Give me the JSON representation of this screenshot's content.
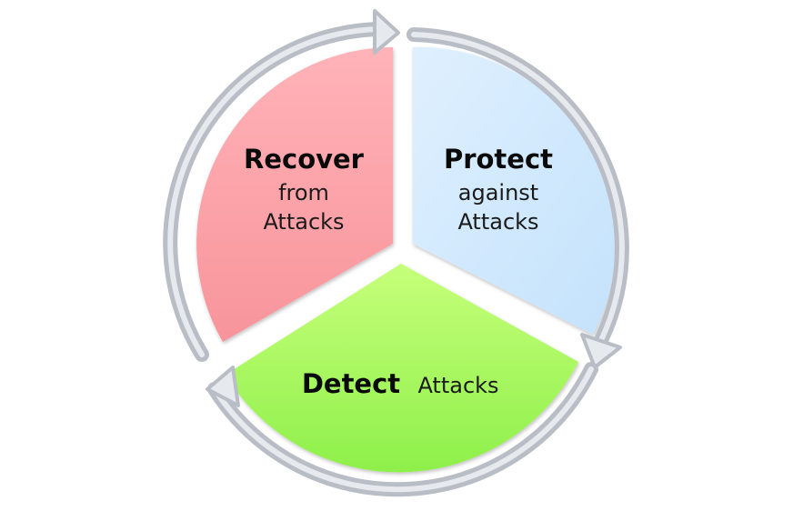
{
  "diagram": {
    "segments": [
      {
        "id": "recover",
        "title": "Recover",
        "lines": [
          "from",
          "Attacks"
        ],
        "fill_top": "#ffb3b8",
        "fill_bottom": "#f8949b"
      },
      {
        "id": "protect",
        "title": "Protect",
        "lines": [
          "against",
          "Attacks"
        ],
        "fill_top": "#dff0ff",
        "fill_bottom": "#c4e2fb"
      },
      {
        "id": "detect",
        "title": "Detect",
        "suffix": "Attacks",
        "fill_top": "#c6ff7a",
        "fill_bottom": "#8ef04a"
      }
    ],
    "arrow_color": "#b9bec6",
    "arrow_highlight": "#e6e9ee"
  }
}
